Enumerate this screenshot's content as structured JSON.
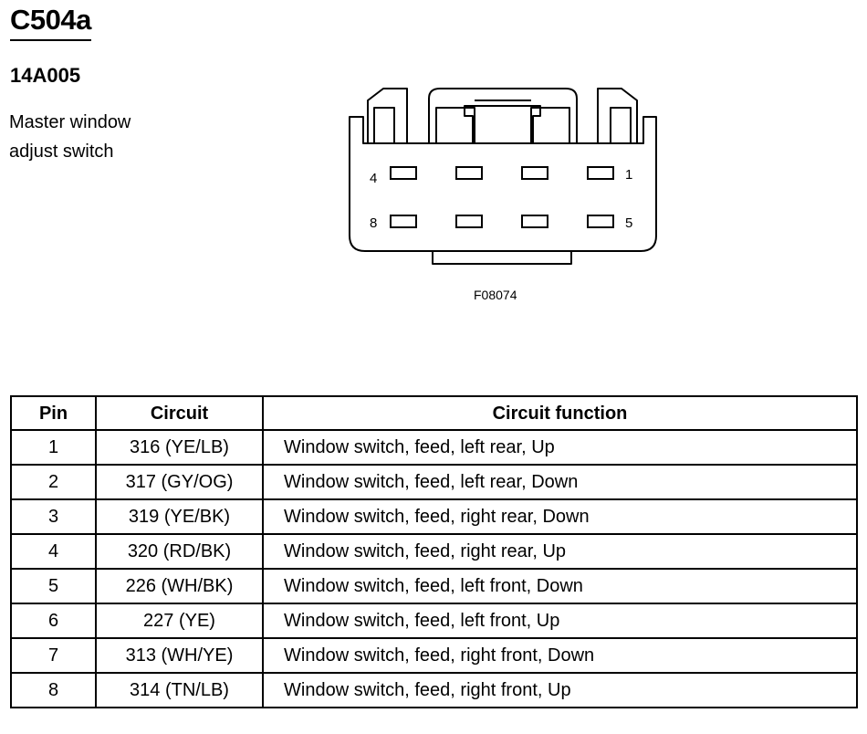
{
  "connector": {
    "id": "C504a",
    "part_number": "14A005",
    "description_lines": [
      "Master window",
      "adjust switch"
    ]
  },
  "diagram": {
    "pin_labels": {
      "top_left": "4",
      "top_right": "1",
      "bottom_left": "8",
      "bottom_right": "5"
    },
    "figure_code": "F08074"
  },
  "table": {
    "headers": {
      "pin": "Pin",
      "circuit": "Circuit",
      "function": "Circuit function"
    },
    "rows": [
      {
        "pin": "1",
        "circuit": "316 (YE/LB)",
        "function": "Window switch, feed, left rear, Up"
      },
      {
        "pin": "2",
        "circuit": "317 (GY/OG)",
        "function": "Window switch, feed, left rear, Down"
      },
      {
        "pin": "3",
        "circuit": "319 (YE/BK)",
        "function": "Window switch, feed, right rear, Down"
      },
      {
        "pin": "4",
        "circuit": "320 (RD/BK)",
        "function": "Window switch, feed, right rear, Up"
      },
      {
        "pin": "5",
        "circuit": "226 (WH/BK)",
        "function": "Window switch, feed, left front, Down"
      },
      {
        "pin": "6",
        "circuit": "227 (YE)",
        "function": "Window switch, feed, left front, Up"
      },
      {
        "pin": "7",
        "circuit": "313 (WH/YE)",
        "function": "Window switch, feed, right front, Down"
      },
      {
        "pin": "8",
        "circuit": "314 (TN/LB)",
        "function": "Window switch, feed, right front, Up"
      }
    ]
  }
}
